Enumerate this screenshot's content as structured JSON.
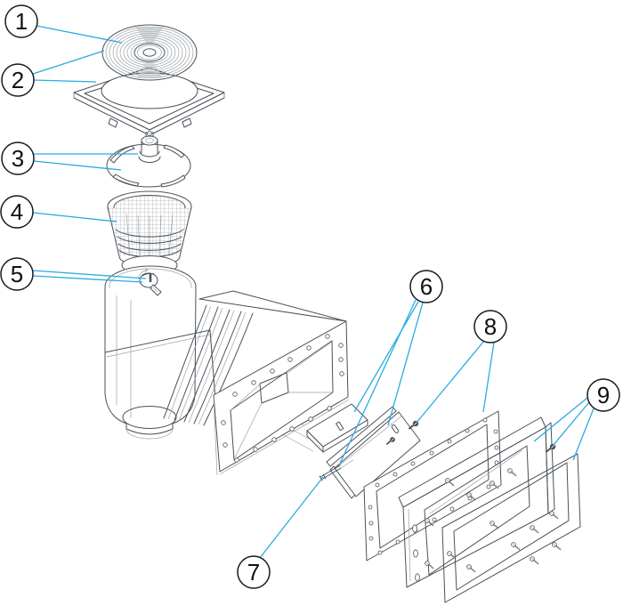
{
  "diagram": {
    "type": "exploded-parts-diagram",
    "subject": "pool-skimmer",
    "colors": {
      "leader": "#29ABE2",
      "line": "#4A5158",
      "line_light": "#9AA1A7",
      "callout": "#1A1A1A",
      "number": "#111111",
      "fill": "#FFFFFF",
      "disc_fill": "#D8DBDD"
    },
    "callouts": [
      {
        "number": "1",
        "part": "round-lid"
      },
      {
        "number": "2",
        "part": "lid-square-frame"
      },
      {
        "number": "3",
        "part": "float-plate-with-knob"
      },
      {
        "number": "4",
        "part": "skimmer-basket"
      },
      {
        "number": "5",
        "part": "drain-key"
      },
      {
        "number": "6",
        "part": "weir-flap-and-door"
      },
      {
        "number": "7",
        "part": "weir-axle-pin"
      },
      {
        "number": "8",
        "part": "gasket-with-screw"
      },
      {
        "number": "9",
        "part": "faceplate-frame-and-gasket"
      }
    ]
  }
}
